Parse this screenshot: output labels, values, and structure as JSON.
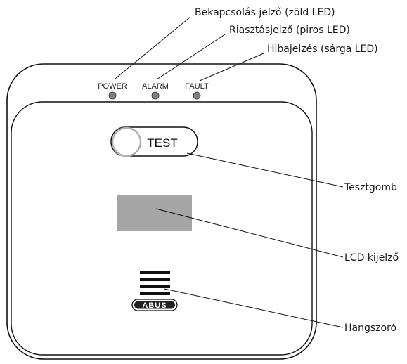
{
  "device": {
    "leds": [
      {
        "label": "POWER",
        "color": "#808080"
      },
      {
        "label": "ALARM",
        "color": "#808080"
      },
      {
        "label": "FAULT",
        "color": "#808080"
      }
    ],
    "test_button_label": "TEST",
    "brand": "ABUS",
    "lcd_color": "#a6a6a6"
  },
  "callouts": {
    "power_led": "Bekapcsolás jelző (zöld LED)",
    "alarm_led": "Riasztásjelző (piros LED)",
    "fault_led": "Hibajelzés (sárga LED)",
    "test_button": "Tesztgomb",
    "lcd": "LCD kijelző",
    "speaker": "Hangszoró"
  }
}
